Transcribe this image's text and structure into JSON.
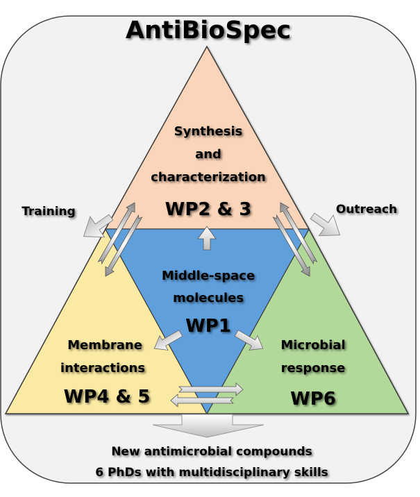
{
  "title": "AntiBioSpec",
  "colors": {
    "panel_bg": "#f2f2f2",
    "synthesis": "#fbd5b9",
    "middle": "#5fa0dc",
    "membrane": "#fbeaa3",
    "microbial": "#b2d99a",
    "arrow": "#dcdcdc"
  },
  "segments": {
    "top": {
      "lines": [
        "Synthesis",
        "and",
        "characterization"
      ],
      "wp": "WP2 & 3"
    },
    "center": {
      "lines": [
        "Middle-space",
        "molecules"
      ],
      "wp": "WP1"
    },
    "left": {
      "lines": [
        "Membrane",
        "interactions"
      ],
      "wp": "WP4 & 5"
    },
    "right": {
      "lines": [
        "Microbial",
        "response"
      ],
      "wp": "WP6"
    }
  },
  "side_labels": {
    "left": "Training",
    "right": "Outreach"
  },
  "outcomes": [
    "New antimicrobial compounds",
    "6 PhDs with multidisciplinary skills"
  ]
}
